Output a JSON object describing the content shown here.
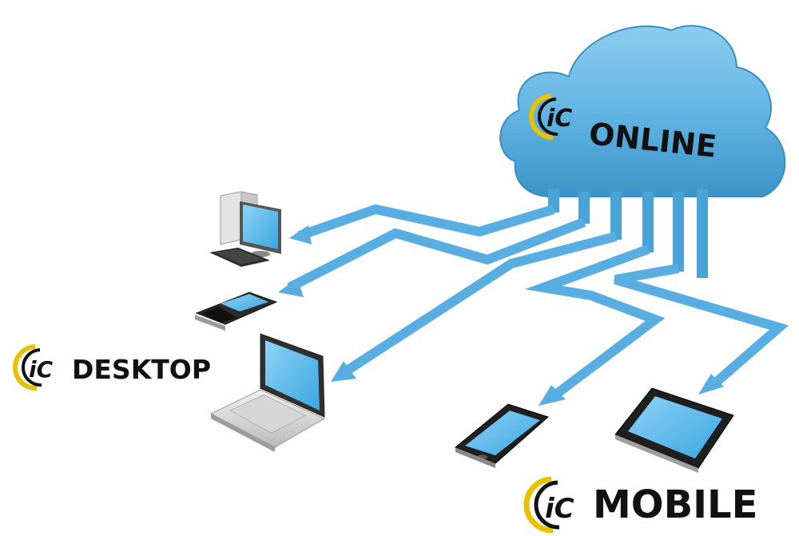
{
  "brands": {
    "online": {
      "logo_mark": "iC",
      "word": "ONLINE"
    },
    "desktop": {
      "logo_mark": "iC",
      "word": "DESKTOP"
    },
    "mobile": {
      "logo_mark": "iC",
      "word": "MOBILE"
    }
  },
  "devices": [
    {
      "name": "desktop-computer-icon"
    },
    {
      "name": "blackberry-phone-icon"
    },
    {
      "name": "laptop-icon"
    },
    {
      "name": "smartphone-icon"
    },
    {
      "name": "tablet-icon"
    }
  ],
  "colors": {
    "cloud": "#5fb2e0",
    "cloud_shade": "#3d93c8",
    "arrow": "#58aee0",
    "screen": "#4fb3ea",
    "logo_yellow": "#e8c200",
    "logo_black": "#111111"
  }
}
